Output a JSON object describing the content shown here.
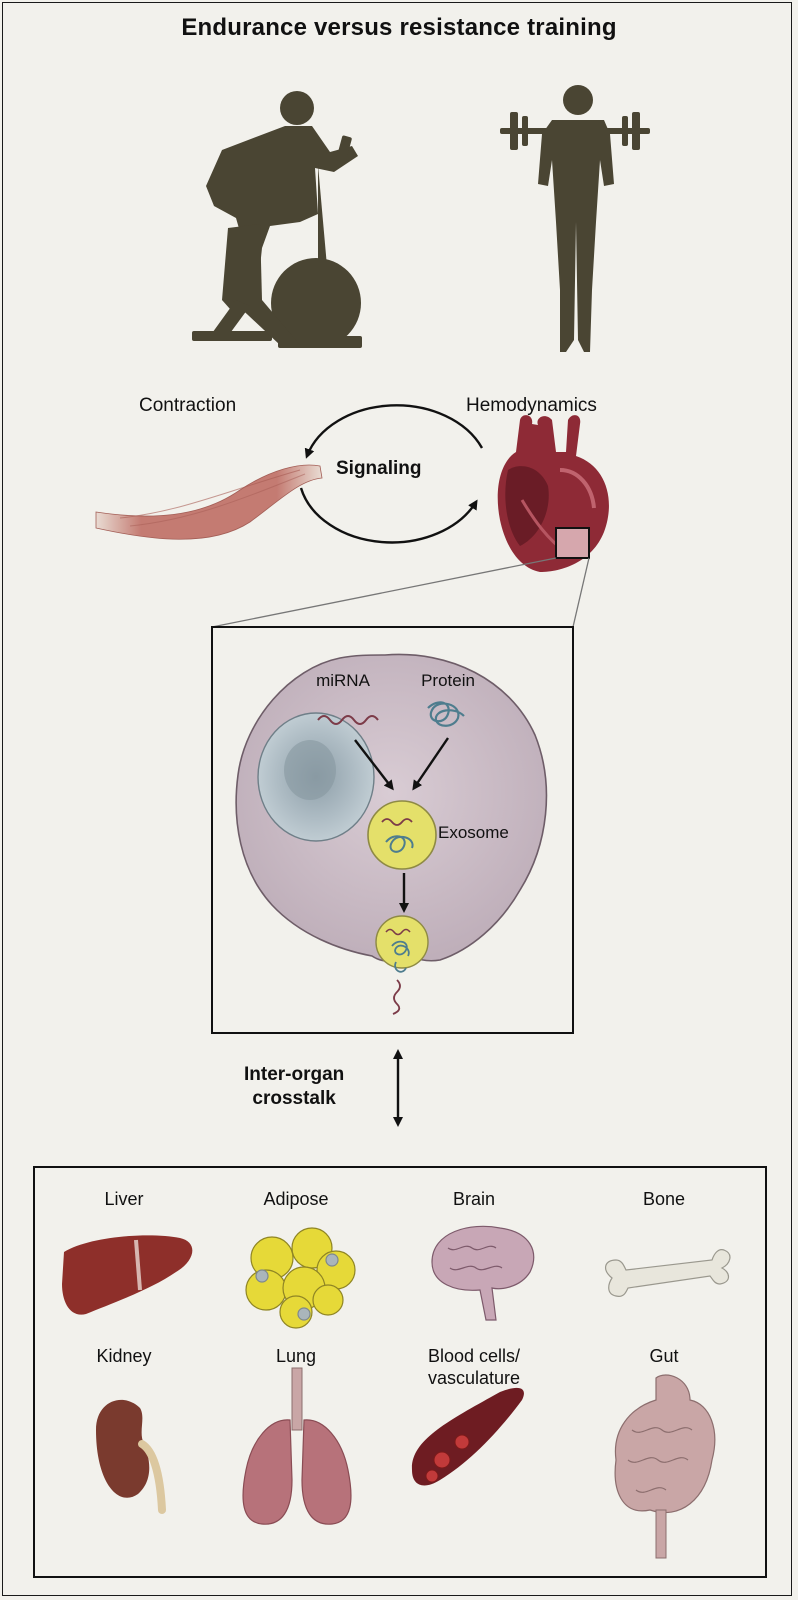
{
  "title": "Endurance versus resistance training",
  "labels": {
    "contraction": "Contraction",
    "hemodynamics": "Hemodynamics",
    "signaling": "Signaling",
    "mirna": "miRNA",
    "protein": "Protein",
    "exosome": "Exosome",
    "crosstalk_line1": "Inter-organ",
    "crosstalk_line2": "crosstalk"
  },
  "organs": {
    "liver": "Liver",
    "adipose": "Adipose",
    "brain": "Brain",
    "bone": "Bone",
    "kidney": "Kidney",
    "lung": "Lung",
    "blood_line1": "Blood cells/",
    "blood_line2": "vasculature",
    "gut": "Gut"
  },
  "colors": {
    "silhouette": "#4a4533",
    "muscle": "#c98a82",
    "heart": "#8e2a36",
    "cell": "#cbbdc6",
    "nucleus": "#a9b8c0",
    "exosome": "#e4e06a",
    "liver": "#8e2f2a",
    "adipose": "#e6d938",
    "kidney": "#7a3a2e",
    "lung": "#b7727a"
  }
}
